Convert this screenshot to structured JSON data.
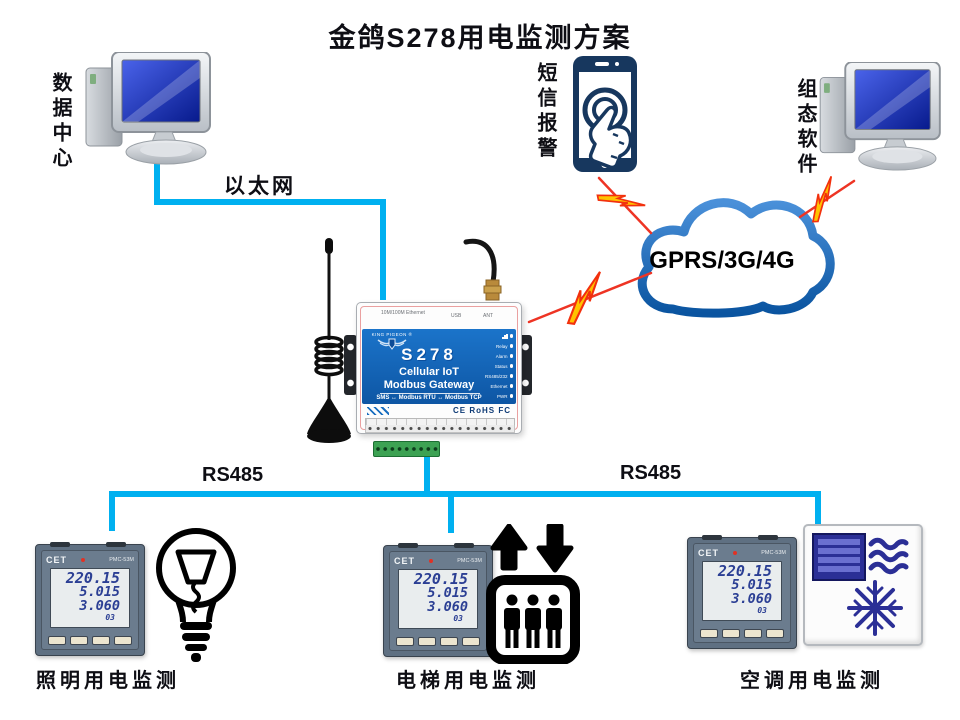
{
  "title": "金鸽S278用电监测方案",
  "nodes": {
    "data_center": {
      "label": "数据中心",
      "icon": "desktop-computer-icon"
    },
    "sms_alarm": {
      "label": "短信报警",
      "icon": "smartphone-touch-icon"
    },
    "scada": {
      "label": "组态软件",
      "icon": "desktop-computer-icon"
    },
    "cloud": {
      "label": "GPRS/3G/4G",
      "icon": "cloud-icon"
    }
  },
  "links": {
    "ethernet_label": "以太网",
    "rs485_left": "RS485",
    "rs485_right": "RS485"
  },
  "gateway": {
    "brand": "KING PIGEON ®",
    "model": "S278",
    "tagline1": "Cellular IoT",
    "tagline2": "Modbus Gateway",
    "protocol": "SMS ↔ Modbus RTU ↔ Modbus TCP",
    "ports": [
      "10M/100M Ethernet",
      "USB",
      "ANT"
    ],
    "leds": [
      "Relay",
      "Alarm",
      "Status",
      "RS485/232",
      "Ethernet",
      "PWR"
    ],
    "cert": "CE RoHS FC"
  },
  "meter": {
    "brand": "CET",
    "model": "PMC-53M",
    "display": [
      "220.15",
      "5.015",
      "3.060"
    ],
    "page": "03"
  },
  "monitors": [
    {
      "label": "照明用电监测",
      "icon": "bulb-icon"
    },
    {
      "label": "电梯用电监测",
      "icon": "elevator-icon"
    },
    {
      "label": "空调用电监测",
      "icon": "ac-icon"
    }
  ],
  "colors": {
    "line_cyan": "#00b0f0",
    "cloud_blue": "#1b6ec2",
    "device_blue": "#1668bf",
    "phone_navy": "#17375e",
    "bolt_yellow": "#ffe000",
    "bolt_red": "#f2300d",
    "lcd_digit_blue": "#2b3f94",
    "ac_navy": "#2b2f96"
  }
}
